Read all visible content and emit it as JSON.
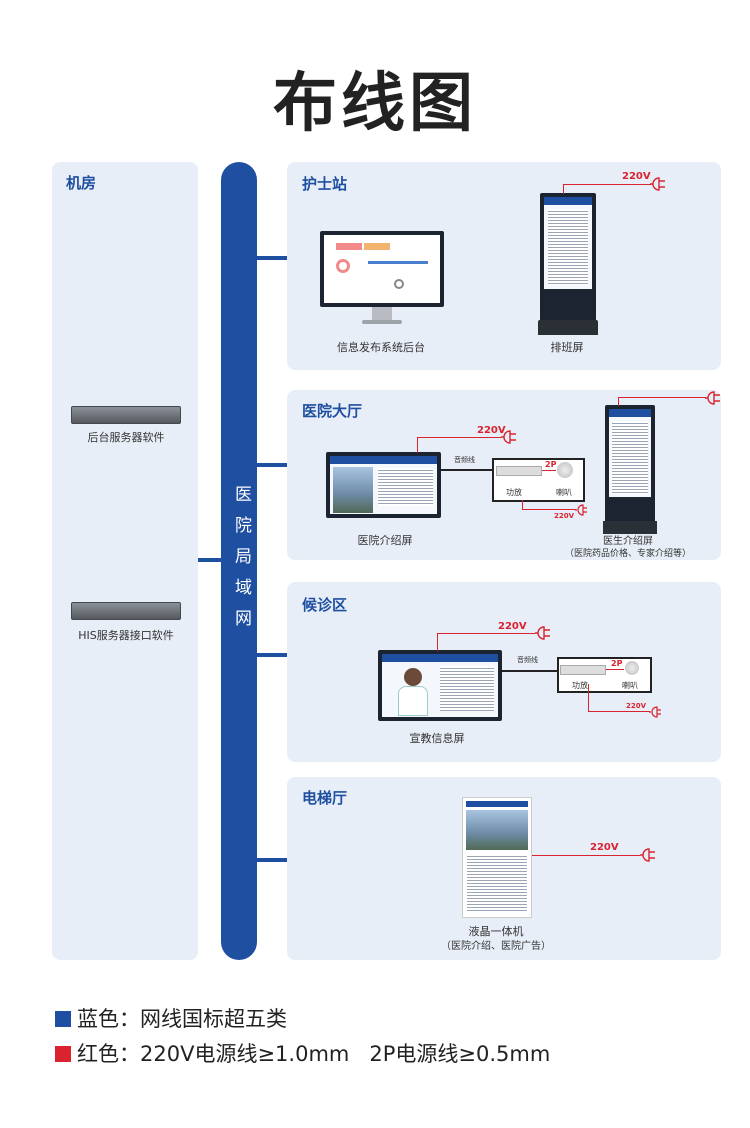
{
  "title": "布线图",
  "machine_room": {
    "label": "机房",
    "servers": [
      {
        "label": "后台服务器软件"
      },
      {
        "label": "HIS服务器接口软件"
      }
    ]
  },
  "bus_label": "医院局域网",
  "power_label": "220V",
  "audio_label": "音频线",
  "amp_label": "功放",
  "speaker_label": "喇叭",
  "twop_label": "2P",
  "sections": [
    {
      "title": "护士站",
      "devices": [
        {
          "label": "信息发布系统后台"
        },
        {
          "label": "排班屏"
        }
      ]
    },
    {
      "title": "医院大厅",
      "devices": [
        {
          "label": "医院介绍屏"
        },
        {
          "label": "医生介绍屏",
          "sub": "（医院药品价格、专家介绍等）"
        }
      ]
    },
    {
      "title": "候诊区",
      "devices": [
        {
          "label": "宣教信息屏"
        }
      ]
    },
    {
      "title": "电梯厅",
      "devices": [
        {
          "label": "液晶一体机",
          "sub": "（医院介绍、医院广告）"
        }
      ]
    }
  ],
  "legend": [
    {
      "color": "#1f4fa0",
      "text": "蓝色：网线国标超五类"
    },
    {
      "color": "#d9232e",
      "text": "红色：220V电源线≥1.0mm   2P电源线≥0.5mm"
    }
  ]
}
